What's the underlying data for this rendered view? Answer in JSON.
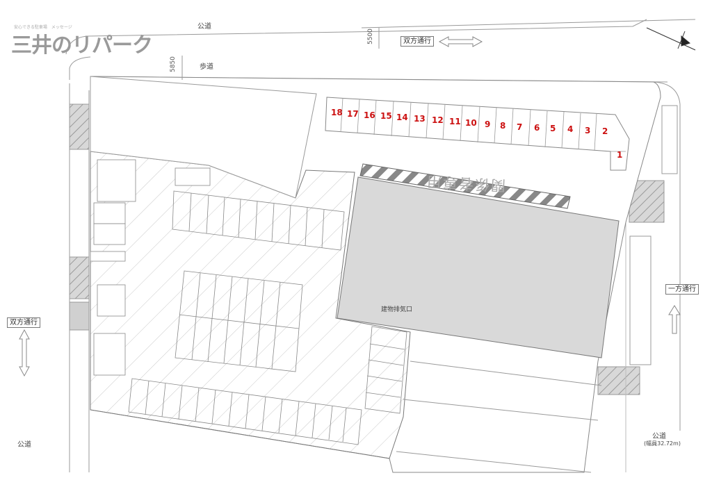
{
  "logo": {
    "tagline": "安心できる駐車場　メッセージ",
    "name": "三井のリパーク"
  },
  "labels": {
    "public_road_top": "公道",
    "sidewalk": "歩道",
    "two_way_top": "双方通行",
    "one_way_right": "一方通行",
    "two_way_left": "双方通行",
    "public_road_left": "公道",
    "public_road_bottom_right": "公道",
    "road_width": "(幅員32.72m)",
    "building_vent": "建物排気口",
    "dim_5500": "5500",
    "dim_5850": "5850"
  },
  "stamp_text": "関係者専用",
  "spaces": [
    "18",
    "17",
    "16",
    "15",
    "14",
    "13",
    "12",
    "11",
    "10",
    "9",
    "8",
    "7",
    "6",
    "5",
    "4",
    "3",
    "2",
    "1"
  ],
  "colors": {
    "space_number": "#cc1111",
    "logo": "#9a9a9a"
  }
}
